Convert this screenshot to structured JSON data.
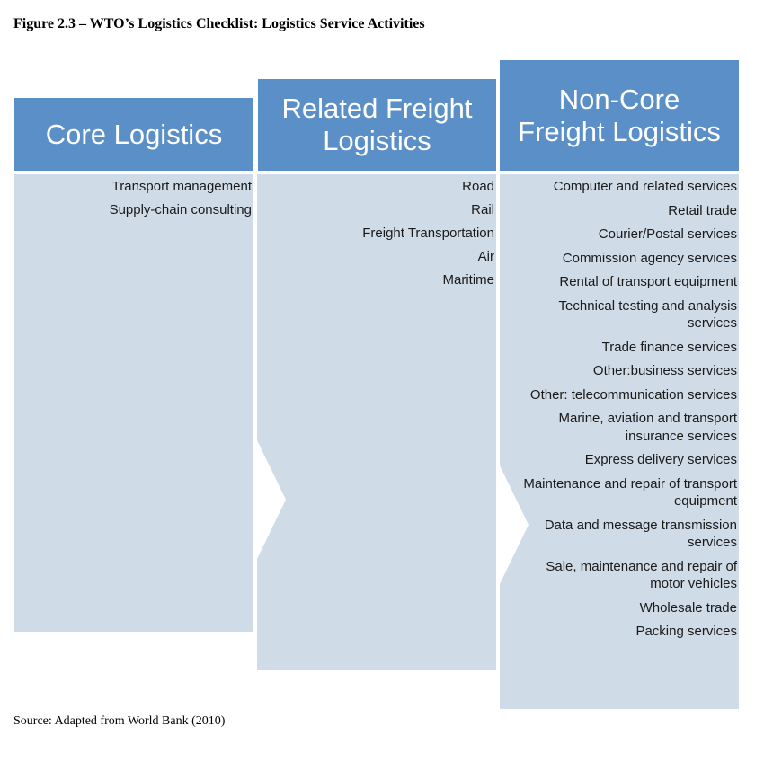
{
  "figure_title": "Figure 2.3 – WTO’s Logistics Checklist: Logistics Service Activities",
  "source": "Source: Adapted from World Bank (2010)",
  "colors": {
    "header": "#5b8fc7",
    "body": "#d0dbe8",
    "header_text": "#ffffff"
  },
  "columns": [
    {
      "header": "Core Logistics",
      "items": [
        "Transport management",
        "Supply-chain consulting"
      ]
    },
    {
      "header_lines": [
        "Related Freight",
        "Logistics"
      ],
      "items": [
        "Road",
        "Rail",
        "Freight Transportation",
        "Air",
        "Maritime"
      ]
    },
    {
      "header_lines": [
        "Non-Core",
        "Freight Logistics"
      ],
      "items": [
        "Computer and related services",
        "Retail trade",
        "Courier/Postal services",
        "Commission agency services",
        "Rental of transport equipment",
        "Technical testing and analysis services",
        "Trade finance services",
        "Other:business services",
        "Other: telecommunication services",
        "Marine, aviation and transport insurance services",
        "Express delivery services",
        "Maintenance and repair of transport equipment",
        "Data and message transmission services",
        "Sale, maintenance and repair of motor vehicles",
        "Wholesale trade",
        "Packing services"
      ]
    }
  ]
}
